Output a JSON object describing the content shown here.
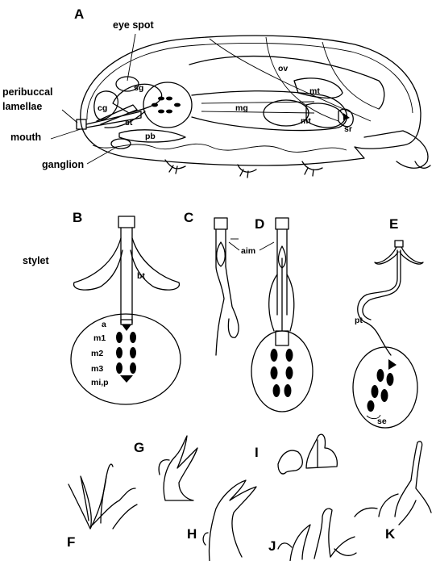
{
  "panels": {
    "A": "A",
    "B": "B",
    "C": "C",
    "D": "D",
    "E": "E",
    "F": "F",
    "G": "G",
    "H": "H",
    "I": "I",
    "J": "J",
    "K": "K"
  },
  "labels_a": {
    "eye_spot": "eye spot",
    "peribuccal": "peribuccal",
    "lamellae": "lamellae",
    "mouth": "mouth",
    "ganglion": "ganglion",
    "cg": "cg",
    "sg": "sg",
    "st": "st",
    "pb": "pb",
    "mg": "mg",
    "ov": "ov",
    "mt_upper": "mt",
    "mt_lower": "mt",
    "sr": "sr"
  },
  "labels_b": {
    "stylet": "stylet",
    "bt": "bt",
    "a": "a",
    "m1": "m1",
    "m2": "m2",
    "m3": "m3",
    "mip": "mi,p"
  },
  "labels_cde": {
    "aim": "aim",
    "pt": "pt",
    "se": "se"
  }
}
